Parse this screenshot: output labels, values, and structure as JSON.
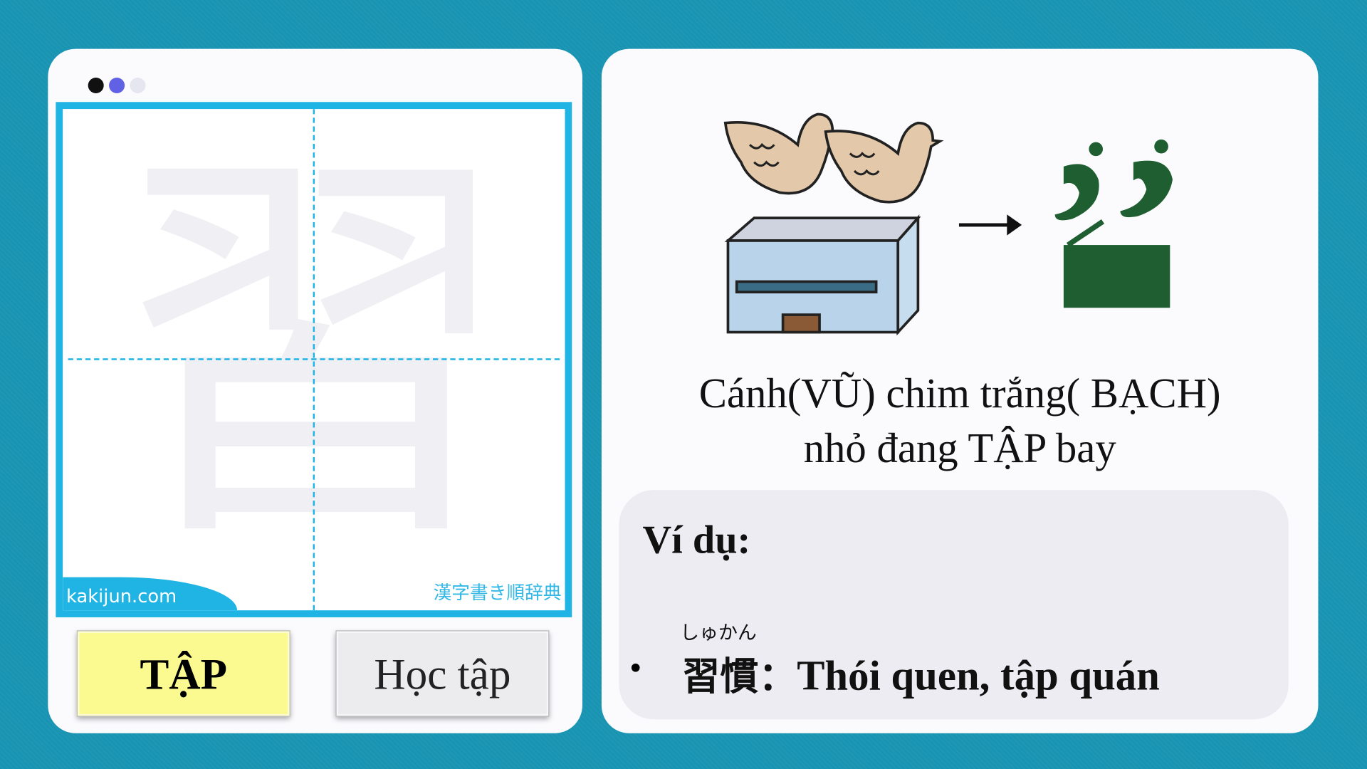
{
  "left_card": {
    "dots": [
      {
        "color": "#111111"
      },
      {
        "color": "#6161e6"
      },
      {
        "color": "#e6e6f0"
      }
    ],
    "kanji": "習",
    "brand": "kakijun.com",
    "dictionary_label": "漢字書き順辞典",
    "buttons": {
      "reading": "TẬP",
      "meaning": "Học tập"
    }
  },
  "right_card": {
    "caption_line1": "Cánh(VŨ) chim trắng( BẠCH)",
    "caption_line2": "nhỏ đang TẬP bay",
    "example": {
      "heading": "Ví dụ:",
      "furigana": "しゅかん",
      "word": "習慣",
      "separator": "：",
      "meaning": "Thói quen, tập quán"
    }
  }
}
